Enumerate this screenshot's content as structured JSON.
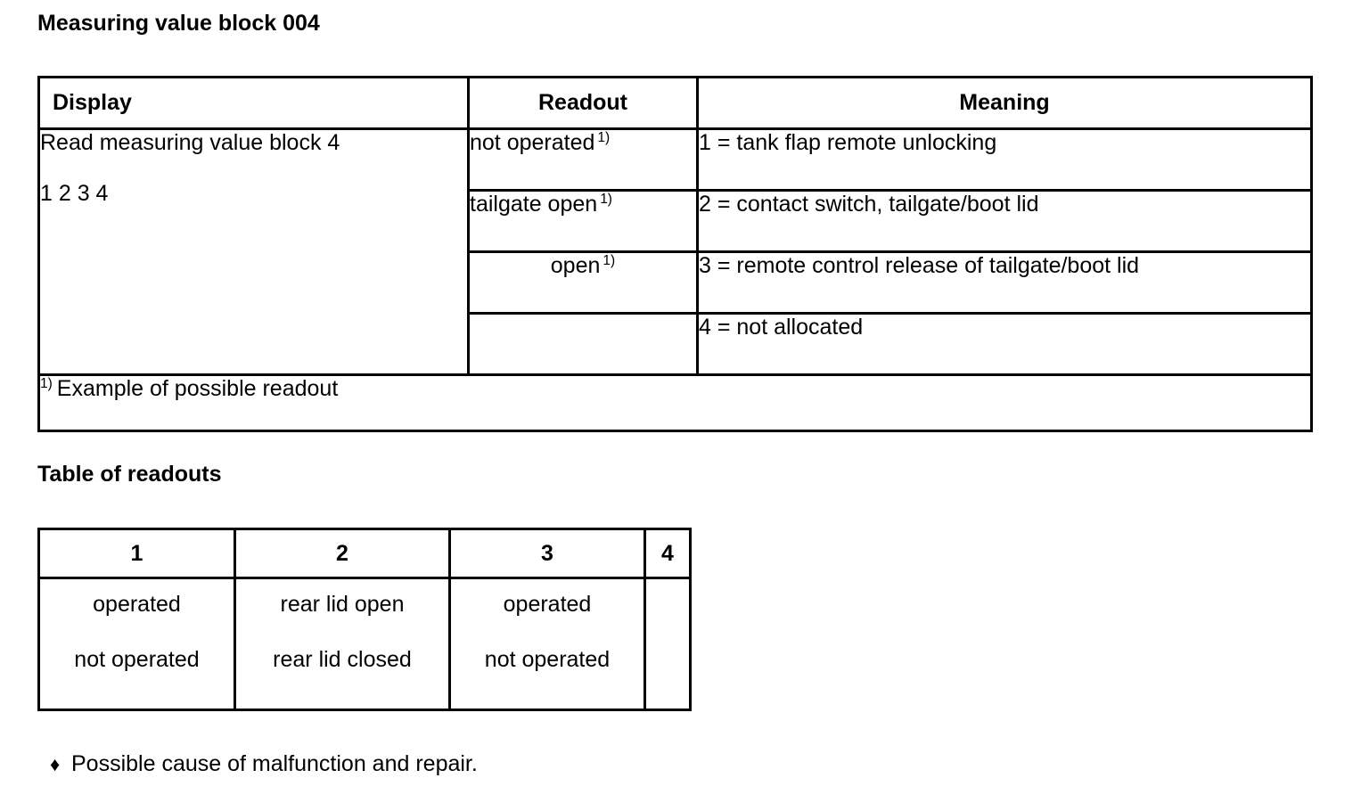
{
  "headings": {
    "measuring_block": "Measuring value block 004",
    "table_of_readouts": "Table of readouts"
  },
  "measuring_block_table": {
    "columns": [
      {
        "key": "display",
        "label": "Display"
      },
      {
        "key": "readout",
        "label": "Readout"
      },
      {
        "key": "meaning",
        "label": "Meaning"
      }
    ],
    "display_cell": {
      "line_1": "Read measuring value block 4",
      "line_2": "1 2 3 4"
    },
    "rows": [
      {
        "readout": "not operated",
        "readout_footnote": "1)",
        "readout_align": "left",
        "meaning": "1 = tank flap remote unlocking"
      },
      {
        "readout": "tailgate open",
        "readout_footnote": "1)",
        "readout_align": "left",
        "meaning": "2 = contact switch, tailgate/boot lid"
      },
      {
        "readout": "open",
        "readout_footnote": "1)",
        "readout_align": "center",
        "meaning": "3 = remote control release of tailgate/boot lid"
      },
      {
        "readout": "",
        "readout_footnote": "",
        "readout_align": "left",
        "meaning": "4 = not allocated"
      }
    ],
    "footnote": {
      "marker": "1)",
      "text": "Example of possible readout"
    }
  },
  "readouts_table": {
    "headers": [
      "1",
      "2",
      "3",
      "4"
    ],
    "cells": [
      {
        "line_1": "operated",
        "line_2": "not operated"
      },
      {
        "line_1": "rear lid open",
        "line_2": "rear lid closed"
      },
      {
        "line_1": "operated",
        "line_2": "not operated"
      },
      {
        "line_1": "",
        "line_2": ""
      }
    ]
  },
  "bullet_note": {
    "glyph": "♦",
    "text": "Possible cause of malfunction and repair."
  },
  "colors": {
    "text": "#000000",
    "background": "#ffffff",
    "rule": "#000000"
  }
}
